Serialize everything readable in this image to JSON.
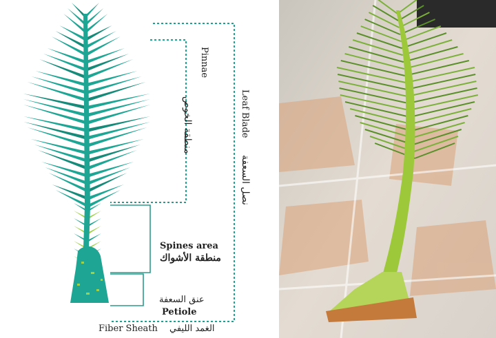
{
  "labels": {
    "pinnae_en": "Pinnae",
    "pinnae_ar": "منطقة الخوص",
    "leaf_blade_en": "Leaf Blade",
    "leaf_blade_ar": "نصل السعفة",
    "spines_en": "Spines area",
    "spines_ar": "منطقة الأشواك",
    "petiole_ar": "عنق السعفة",
    "petiole_en": "Petiole",
    "fiber_sheath_en": "Fiber Sheath",
    "fiber_sheath_ar": "الغمد الليفي"
  },
  "colors": {
    "leaf": "#1fa594",
    "leaf_dark": "#178a7a",
    "highlight": "#9fd24a",
    "bracket": "#2a9a8c",
    "photo_leaf": "#9cc83a"
  }
}
